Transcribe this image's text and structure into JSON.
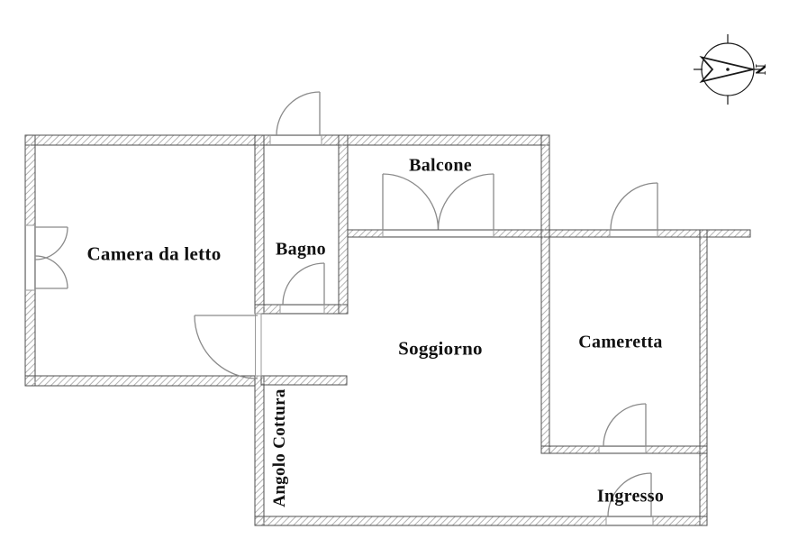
{
  "rooms": {
    "camera_da_letto": {
      "name": "Camera da letto"
    },
    "bagno": {
      "name": "Bagno"
    },
    "balcone": {
      "name": "Balcone"
    },
    "soggiorno": {
      "name": "Soggiorno"
    },
    "cameretta": {
      "name": "Cameretta"
    },
    "angolo_cottura": {
      "name": "Angolo Cottura"
    },
    "ingresso": {
      "name": "Ingresso"
    }
  },
  "compass": {
    "label": "N"
  },
  "colors": {
    "background": "#ffffff",
    "wall_outline": "#4f4f4f",
    "hatch": "#b3b3b3",
    "door": "#8a8a8a",
    "opening_edge": "#9a9a9a",
    "compass": "#1a1a1a",
    "text": "#111111"
  }
}
